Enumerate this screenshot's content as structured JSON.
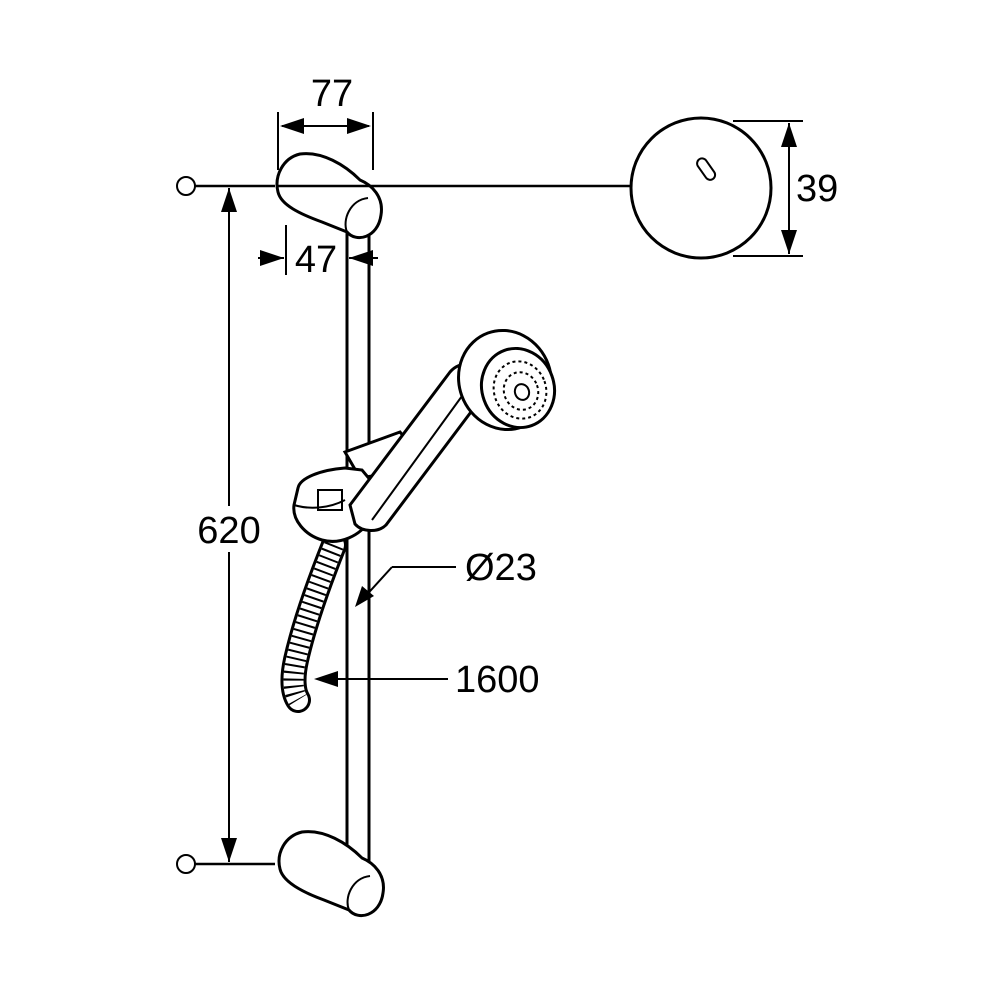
{
  "dimensions": {
    "holder_width": "77",
    "holder_offset": "47",
    "bar_length": "620",
    "wall_plate_diameter": "39",
    "bar_diameter": "Ø23",
    "hose_length": "1600"
  },
  "colors": {
    "line": "#000000",
    "background": "#ffffff"
  }
}
